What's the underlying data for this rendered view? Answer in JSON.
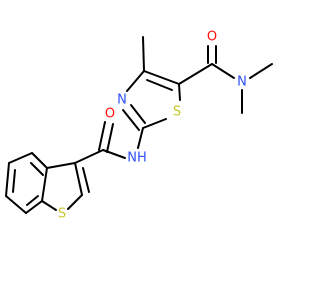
{
  "molecule": {
    "colors": {
      "bond": "#000000",
      "carbon": "#000000",
      "oxygen": "#ff0d0d",
      "nitrogen": "#3050f8",
      "sulfur": "#c6c62b"
    },
    "atoms": {
      "o_dimethylamide": {
        "label": "O",
        "element": "oxygen"
      },
      "n_dimethylamide": {
        "label": "N",
        "element": "nitrogen"
      },
      "n_thiazole": {
        "label": "N",
        "element": "nitrogen"
      },
      "s_thiazole": {
        "label": "S",
        "element": "sulfur"
      },
      "n_amide": {
        "label": "NH",
        "element": "nitrogen"
      },
      "o_amide": {
        "label": "O",
        "element": "oxygen"
      },
      "s_benzothiophene": {
        "label": "S",
        "element": "sulfur"
      }
    }
  }
}
